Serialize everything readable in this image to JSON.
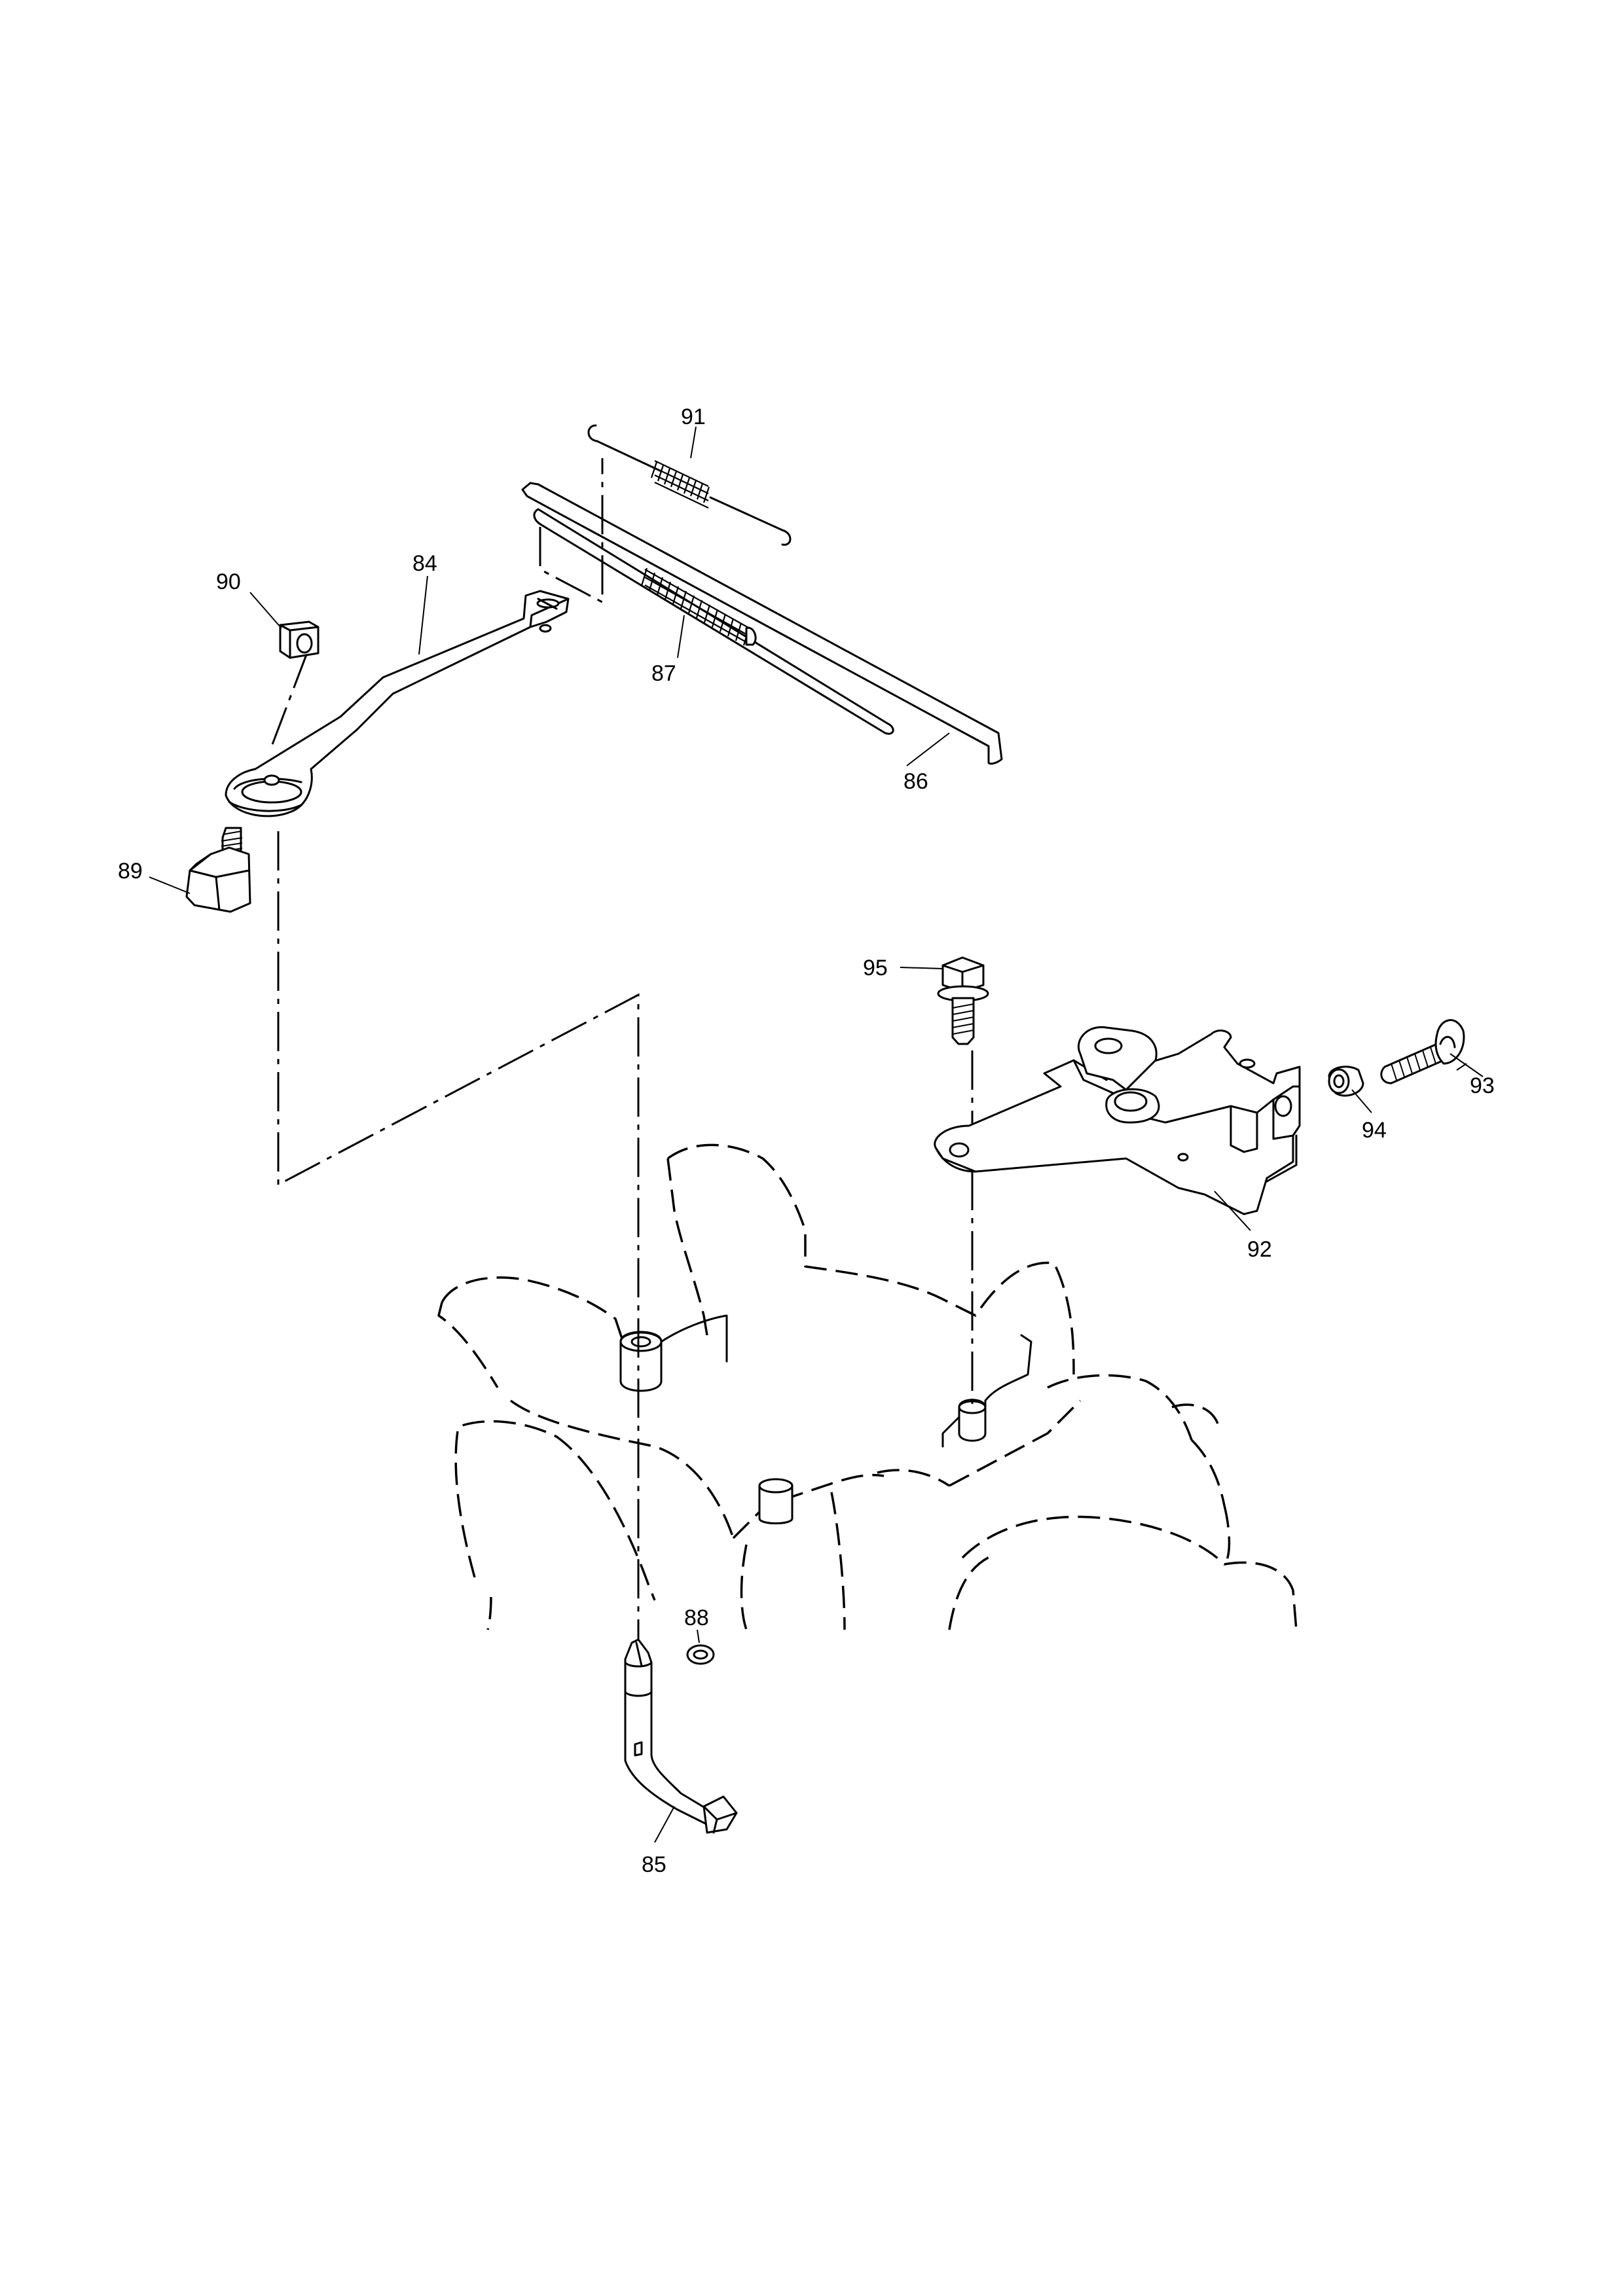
{
  "diagram": {
    "callouts": {
      "p84": "84",
      "p85": "85",
      "p86": "86",
      "p87": "87",
      "p88": "88",
      "p89": "89",
      "p90": "90",
      "p91": "91",
      "p92": "92",
      "p93": "93",
      "p94": "94",
      "p95": "95"
    }
  }
}
